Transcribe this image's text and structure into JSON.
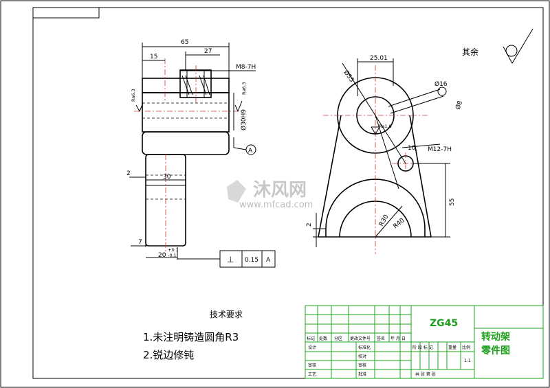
{
  "dimensions": {
    "d65": "65",
    "d27": "27",
    "d15": "15",
    "m8": "M8-7H",
    "phi30": "Ø30H9",
    "d2": "2",
    "d30": "30",
    "d7": "7",
    "d20": "20",
    "d20_tol": "+0.1",
    "d20_tol2": "-0.1",
    "rough_left": "Ra6.3",
    "rough_right": "Ra6.3",
    "datum": "A",
    "d25": "25.01",
    "phi55": "Ø55",
    "phi8": "Ø8",
    "phi16": "Ø16",
    "m12": "M12-7H",
    "d10": "10",
    "d55": "55",
    "d2b": "2",
    "r30": "R30",
    "r40": "R40",
    "rough_center": "Ra1.6"
  },
  "tolerance_frame": {
    "symbol": "⊥",
    "value": "0.15",
    "datum": "A"
  },
  "surface_note": {
    "label": "其余"
  },
  "notes": {
    "title": "技术要求",
    "items": [
      "1.未注明铸造圆角R3",
      "2.锐边修钝"
    ]
  },
  "title_block": {
    "material": "ZG45",
    "part_name_1": "转动架",
    "part_name_2": "零件图",
    "row_labels": [
      "标记",
      "处数",
      "分区",
      "更改文件号",
      "签名",
      "年 月 日"
    ],
    "design": "设计",
    "std": "标准化",
    "stage": "阶 段 标 记",
    "weight": "重量",
    "scale": "比例",
    "scale_value": "1:1",
    "review": "审核",
    "process": "工艺",
    "check": "审核",
    "approve": "批准",
    "sheet": "共   张 第   张",
    "proof": "校对"
  },
  "watermark": {
    "brand": "沐风网",
    "url": "www.mfcad.com"
  }
}
